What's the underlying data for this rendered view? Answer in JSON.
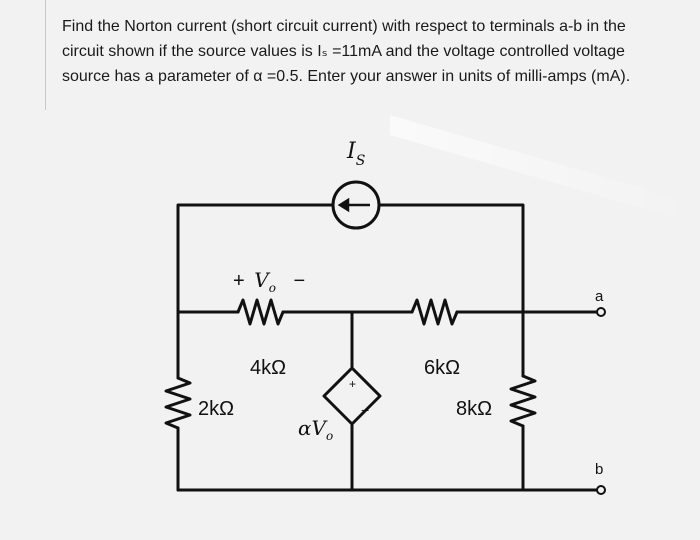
{
  "problem": {
    "line1": "Find the Norton current (short circuit current) with respect to terminals a-b in the",
    "line2": "circuit shown if the source values is Iₛ =11mA and the voltage controlled voltage",
    "line3": "source has a parameter of α =0.5.  Enter your answer in units of milli-amps (mA)."
  },
  "circuit": {
    "current_source_label": "I",
    "current_source_sub": "S",
    "vo_plus": "+",
    "vo_symbol": "V",
    "vo_sub": "o",
    "vo_minus": "−",
    "r1": "4kΩ",
    "r2": "2kΩ",
    "r3": "6kΩ",
    "r4": "8kΩ",
    "dep_source_label": "αV",
    "dep_source_sub": "o",
    "dep_plus": "+",
    "dep_minus": "−",
    "terminal_a": "a",
    "terminal_b": "b"
  }
}
